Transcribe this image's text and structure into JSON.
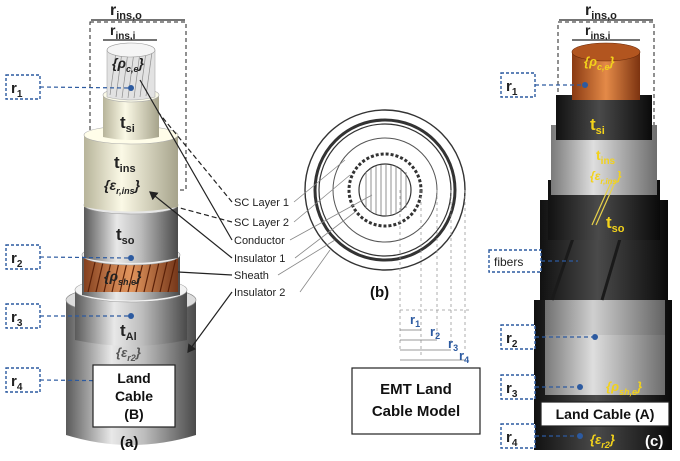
{
  "panel_b": {
    "caption": "(b)",
    "box_line1": "EMT Land",
    "box_line2": "Cable Model",
    "layers": [
      "SC Layer 1",
      "SC Layer 2",
      "Conductor",
      "Insulator 1",
      "Sheath",
      "Insulator 2"
    ],
    "radii": {
      "r": "r",
      "s1": "1",
      "s2": "2",
      "s3": "3",
      "s4": "4"
    }
  },
  "panel_a": {
    "caption": "(a)",
    "box_line1": "Land",
    "box_line2": "Cable",
    "box_line3": "(B)",
    "dim_outer": {
      "r": "r",
      "sub": "ins,o"
    },
    "dim_inner": {
      "r": "r",
      "sub": "ins,i"
    },
    "r_tags": [
      {
        "r": "r",
        "sub": "1"
      },
      {
        "r": "r",
        "sub": "2"
      },
      {
        "r": "r",
        "sub": "3"
      },
      {
        "r": "r",
        "sub": "4"
      }
    ],
    "layer_labels": {
      "tsi": {
        "t": "t",
        "sub": "si"
      },
      "tins": {
        "t": "t",
        "sub": "ins"
      },
      "tso": {
        "t": "t",
        "sub": "so"
      },
      "tal": {
        "t": "t",
        "sub": "Al"
      }
    },
    "params": {
      "rho_ce": {
        "open": "{",
        "sym": "ρ",
        "sub": "c,e",
        "close": "}"
      },
      "eps_ins": {
        "open": "{",
        "sym": "ε",
        "sub": "r,ins",
        "close": "}"
      },
      "rho_she": {
        "open": "{",
        "sym": "ρ",
        "sub": "sh,e",
        "close": "}"
      },
      "eps_r2": {
        "open": "{",
        "sym": "ε",
        "sub": "r2",
        "close": "}"
      }
    }
  },
  "panel_c": {
    "caption": "(c)",
    "box_text": "Land Cable (A)",
    "fibers": "fibers",
    "colors": {
      "yellow": "#f2d21b",
      "copper": "#a0441a",
      "tag_blue": "#2c5aa0"
    }
  }
}
